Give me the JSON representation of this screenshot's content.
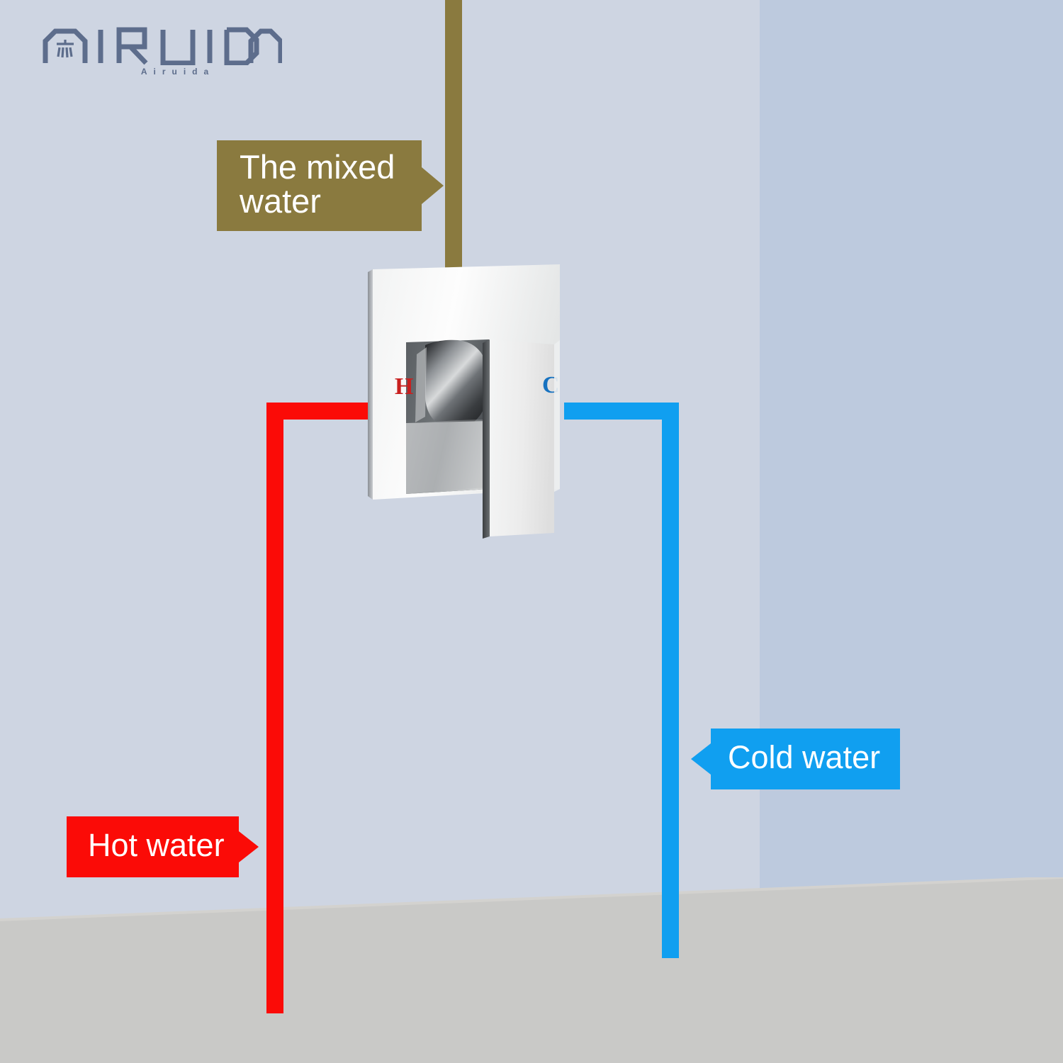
{
  "brand": {
    "name": "AIRUIDA",
    "subtitle": "Airuida",
    "logo_color": "#5d6d8c",
    "icon": "shower-head-icon"
  },
  "scene": {
    "wall_left_color": "#ced5e2",
    "wall_right_color": "#bdcade",
    "floor_color": "#c9c9c7"
  },
  "callouts": [
    {
      "id": "mixed-water",
      "label": "The mixed\nwater",
      "color": "#8a7a3f",
      "arrow": "right"
    },
    {
      "id": "hot-water",
      "label": "Hot water",
      "color": "#fb0b07",
      "arrow": "right"
    },
    {
      "id": "cold-water",
      "label": "Cold water",
      "color": "#109ff0",
      "arrow": "left"
    }
  ],
  "pipes": [
    {
      "id": "mixed-water-pipe",
      "color": "#8a7a3f",
      "orientation": "vertical"
    },
    {
      "id": "hot-water-pipe",
      "color": "#fb0b07",
      "orientation": "L-shape"
    },
    {
      "id": "cold-water-pipe",
      "color": "#109ff0",
      "orientation": "L-shape"
    }
  ],
  "valve": {
    "name": "shower-mixer-valve",
    "finish": "chrome",
    "hot_marker": "H",
    "hot_marker_color": "#c8201f",
    "cold_marker": "C",
    "cold_marker_color": "#1772c0"
  }
}
